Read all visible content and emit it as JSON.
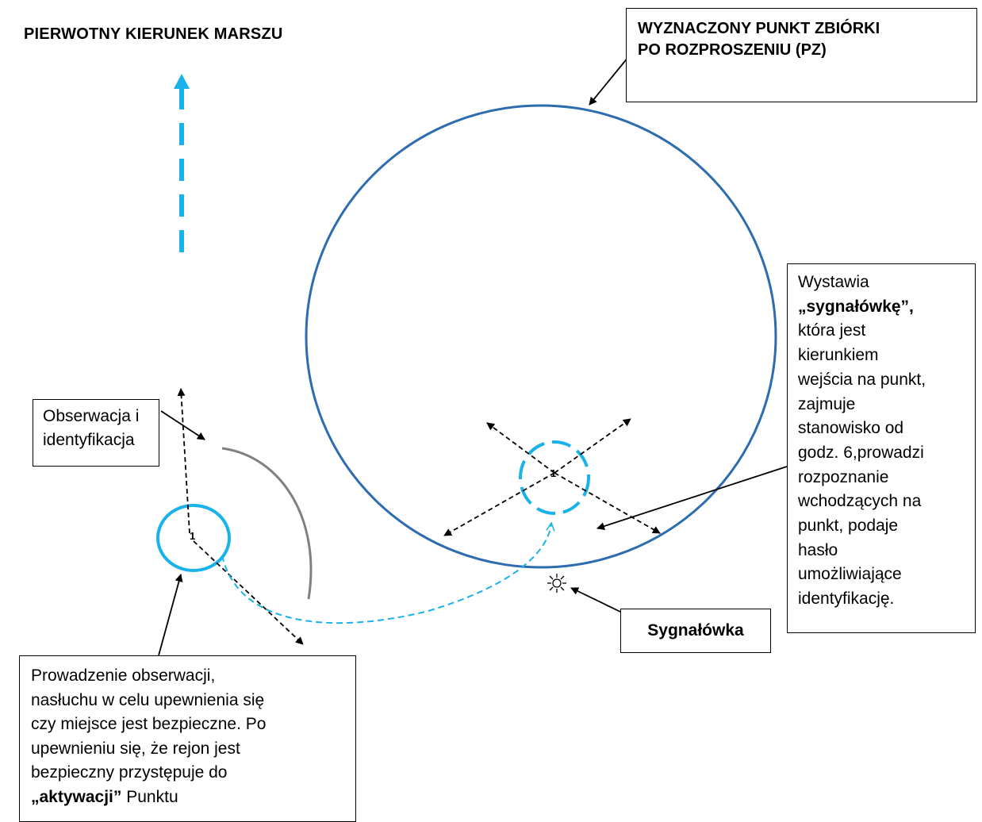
{
  "title": "PIERWOTNY KIERUNEK MARSZU",
  "rally_point_box": {
    "line1": "WYZNACZONY PUNKT ZBIÓRKI",
    "line2": "PO ROZPROSZENIU (PZ)"
  },
  "observation_box": {
    "line1": "Obserwacja i",
    "line2": "identyfikacja"
  },
  "sentry_description": {
    "line1": "Wystawia",
    "line2_bold": "„sygnałówkę”,",
    "lines": [
      "która jest",
      "kierunkiem",
      "wejścia na punkt,",
      "zajmuje",
      "stanowisko od",
      "godz. 6,prowadzi",
      "rozpoznanie",
      "wchodzących na",
      "punkt, podaje",
      "hasło",
      "umożliwiające",
      "identyfikację."
    ]
  },
  "signal_box": {
    "label": "Sygnałówka"
  },
  "procedure_box": {
    "lines": [
      "Prowadzenie obserwacji,",
      "nasłuchu w celu upewnienia się",
      "czy miejsce jest bezpieczne. Po",
      "upewnieniu się, że rejon jest",
      "bezpieczny przystępuje do"
    ],
    "last_bold": "„aktywacji”",
    "last_rest": " Punktu"
  },
  "markers": {
    "left_number": "1",
    "center_number": "1"
  },
  "colors": {
    "big_circle": "#2e6cb0",
    "accent_cyan": "#19b2ea",
    "arc_gray": "#808080",
    "line": "#000000"
  }
}
